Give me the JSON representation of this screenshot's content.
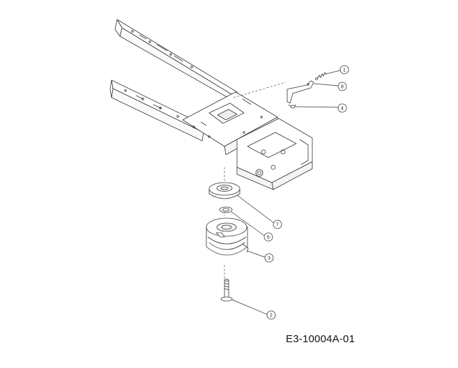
{
  "drawing_code": "E3-10004A-01",
  "callouts": [
    {
      "label": "1",
      "part": "spring"
    },
    {
      "label": "8",
      "part": "bracket"
    },
    {
      "label": "4",
      "part": "screw"
    },
    {
      "label": "7",
      "part": "pulley"
    },
    {
      "label": "6",
      "part": "washer"
    },
    {
      "label": "3",
      "part": "clutch"
    },
    {
      "label": "2",
      "part": "bolt"
    }
  ],
  "colors": {
    "line": "#333333",
    "background": "#ffffff"
  }
}
